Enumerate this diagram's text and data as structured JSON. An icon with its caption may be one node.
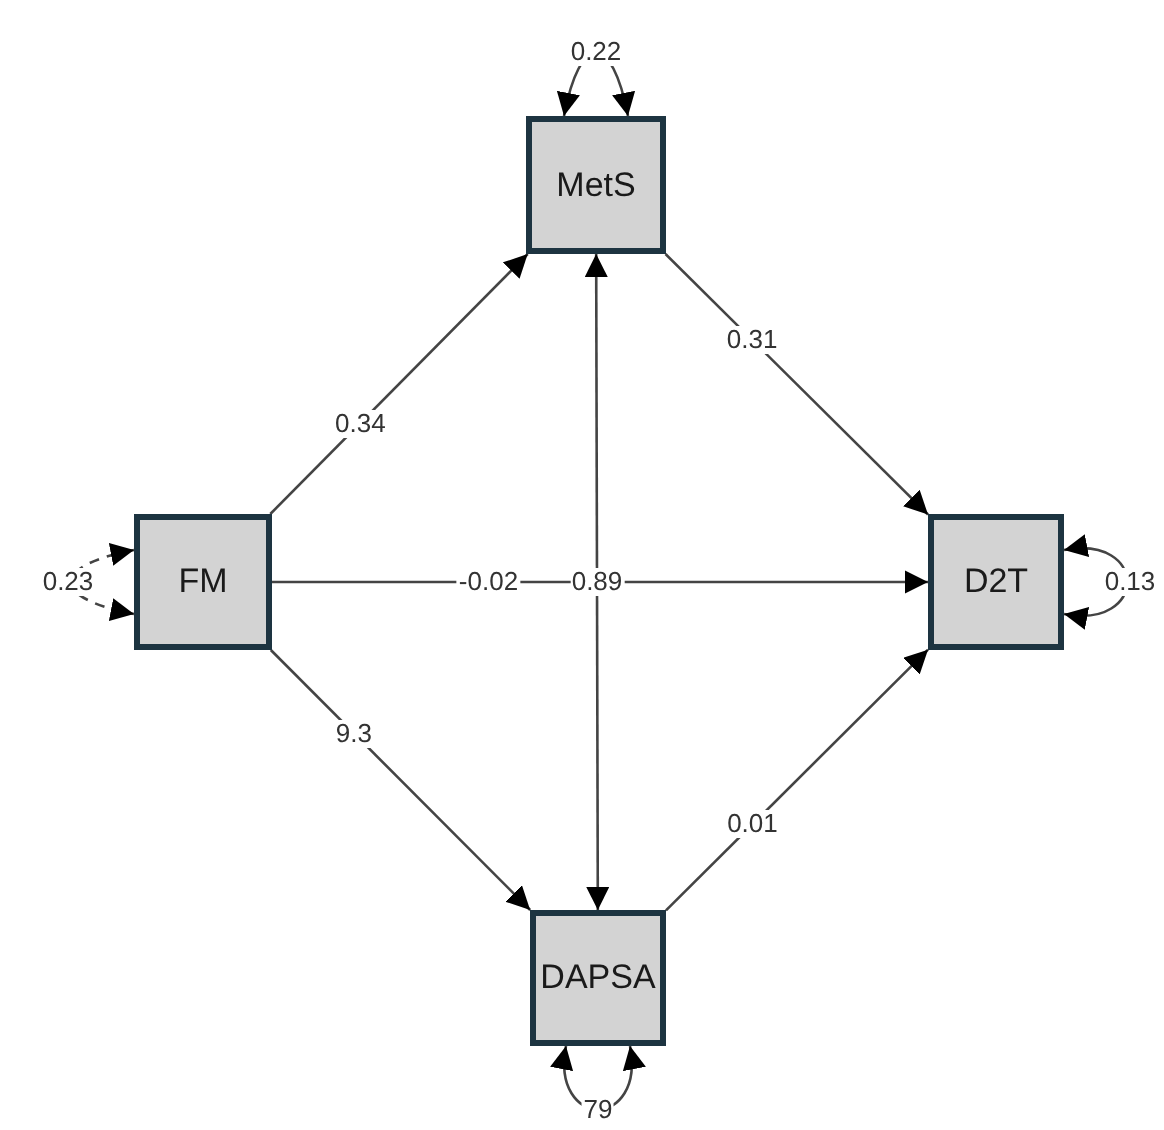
{
  "diagram": {
    "nodes": [
      {
        "text": [
          "MetS"
        ]
      },
      {
        "text": [
          "FM"
        ]
      },
      {
        "text": [
          "D2T"
        ]
      },
      {
        "text": [
          "DAPSA"
        ]
      }
    ],
    "edges": [
      {
        "from": 1,
        "to": 0,
        "arrow": "to",
        "label": "0.34"
      },
      {
        "from": 0,
        "to": 2,
        "arrow": "to",
        "label": "0.31"
      },
      {
        "from": 1,
        "to": 2,
        "arrow": "to",
        "label": "-0.02"
      },
      {
        "from": 1,
        "to": 3,
        "arrow": "to",
        "label": "9.3"
      },
      {
        "from": 3,
        "to": 2,
        "arrow": "to",
        "label": "0.01"
      },
      {
        "from": 0,
        "to": 3,
        "arrow": "both",
        "label": "0.89"
      },
      {
        "from": 0,
        "to": 0,
        "arrow": "both",
        "label": "0.22"
      },
      {
        "from": 1,
        "to": 1,
        "arrow": "both",
        "label": "0.23",
        "style": "dashed"
      },
      {
        "from": 2,
        "to": 2,
        "arrow": "both",
        "label": "0.13"
      },
      {
        "from": 3,
        "to": 3,
        "arrow": "both",
        "label": "79"
      }
    ]
  }
}
